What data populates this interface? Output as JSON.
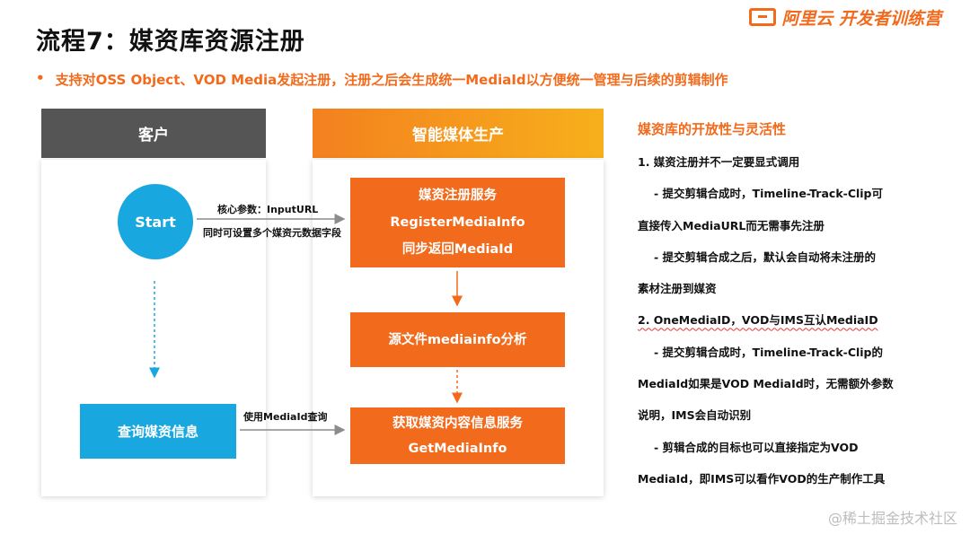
{
  "slide": {
    "title": "流程7：媒资库资源注册",
    "logo": "阿里云 开发者训练营",
    "subtitle_bullet": "•",
    "subtitle": "支持对OSS Object、VOD Media发起注册，注册之后会生成统一MediaId以方便统一管理与后续的剪辑制作",
    "watermark": "@稀土掘金技术社区"
  },
  "diagram": {
    "client_header": "客户",
    "production_header": "智能媒体生产",
    "start_node": "Start",
    "query_node": "查询媒资信息",
    "register_node": {
      "line1": "媒资注册服务",
      "line2": "RegisterMediaInfo",
      "line3": "同步返回MediaId"
    },
    "analysis_node": "源文件mediainfo分析",
    "getinfo_node": {
      "line1": "获取媒资内容信息服务",
      "line2": "GetMediaInfo"
    },
    "edge_labels": {
      "params": "核心参数：InputURL",
      "metadata": "同时可设置多个媒资元数据字段",
      "query": "使用MediaId查询"
    }
  },
  "side_panel": {
    "title": "媒资库的开放性与灵活性",
    "lines": [
      "1.  媒资注册并不一定要显式调用",
      "    - 提交剪辑合成时，Timeline-Track-Clip可",
      "直接传入MediaURL而无需事先注册",
      "    - 提交剪辑合成之后，默认会自动将未注册的",
      "素材注册到媒资",
      "2.  OneMediaID，VOD与IMS互认MediaID",
      "    - 提交剪辑合成时，Timeline-Track-Clip的",
      "MediaId如果是VOD MediaId时，无需额外参数",
      "说明，IMS会自动识别",
      "    - 剪辑合成的目标也可以直接指定为VOD",
      "MediaId，即IMS可以看作VOD的生产制作工具"
    ]
  },
  "colors": {
    "accent_orange": "#f26a1b",
    "header_gray": "#555555",
    "node_blue": "#19a7e0"
  }
}
